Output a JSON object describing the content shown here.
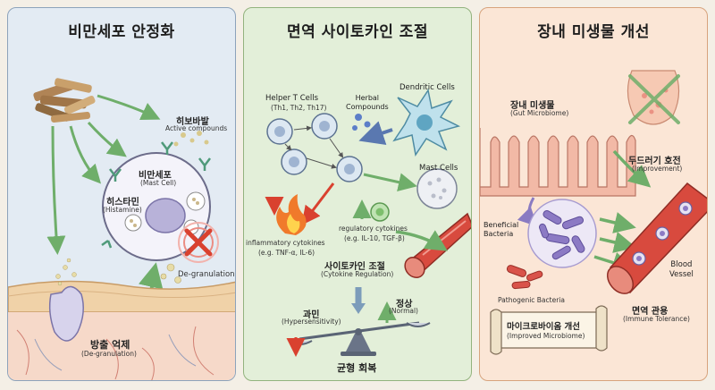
{
  "panel1": {
    "title": "비만세포 안정화",
    "compounds_ko": "히보바발",
    "compounds_en": "Active compounds",
    "mastcell_ko": "비만세포",
    "mastcell_en": "(Mast Cell)",
    "histamine_ko": "히스타민",
    "histamine_en": "(Histamine)",
    "degran_en": "De-granulation",
    "suppress_ko": "방출 억제",
    "suppress_en": "(De-granulation)"
  },
  "panel2": {
    "title": "면역 사이토카인 조절",
    "helper_title": "Helper T Cells",
    "helper_sub": "(Th1, Th2, Th17)",
    "herbal": "Herbal\nCompounds",
    "dendritic": "Dendritic Cells",
    "mast": "Mast Cells",
    "inflam": "inflammatory cytokines",
    "inflam_sub": "(e.g. TNF-α, IL-6)",
    "regul": "regulatory cytokines",
    "regul_sub": "(e.g. IL-10, TGF-β)",
    "reg_ko": "사이토카인 조절",
    "reg_en": "(Cytokine Regulation)",
    "hyper_ko": "과민",
    "hyper_en": "(Hypersensitivity)",
    "normal_ko": "정상",
    "normal_en": "(Normal)",
    "balance_ko": "균형 회복"
  },
  "panel3": {
    "title": "장내 미생물 개선",
    "gut_ko": "장내 미생물",
    "gut_en": "(Gut Microbiome)",
    "improve_ko": "두드러기 호전",
    "improve_en": "(Improvement)",
    "beneficial": "Beneficial\nBacteria",
    "pathogenic": "Pathogenic Bacteria",
    "vessel": "Blood\nVessel",
    "tolerance_ko": "면역 관용",
    "tolerance_en": "(Immune Tolerance)",
    "improved_ko": "마이크로바이옴 개선",
    "improved_en": "(Improved Microbiome)"
  },
  "colors": {
    "panel1_bg": "#e3ebf3",
    "panel2_bg": "#e3efd9",
    "panel3_bg": "#fbe6d6",
    "arrow_green": "#6fae6a",
    "arrow_red": "#d9412f",
    "arrow_blue": "#5a78b0"
  }
}
